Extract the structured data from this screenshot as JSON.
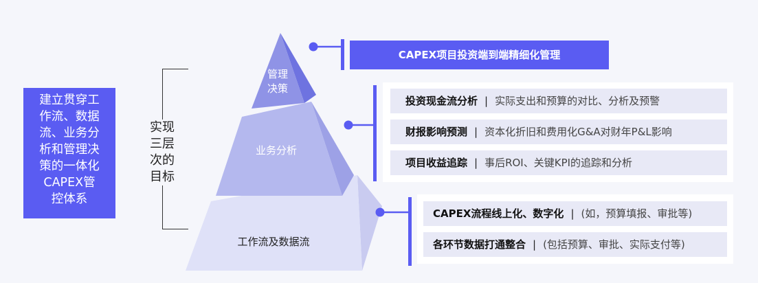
{
  "left_box": {
    "text_lines": [
      "建立贯穿工",
      "作流、数据",
      "流、业务分",
      "析和管理决",
      "策的一体化",
      "CAPEX管",
      "控体系"
    ]
  },
  "goal": {
    "text_lines": [
      "实现",
      "三层",
      "次的",
      "目标"
    ]
  },
  "pyramid": {
    "top_label_lines": [
      "管理",
      "决策"
    ],
    "middle_label": "业务分析",
    "bottom_label": "工作流及数据流"
  },
  "management": {
    "banner": "CAPEX项目投资端到端精细化管理"
  },
  "analysis": {
    "rows": [
      {
        "title": "投资现金流分析",
        "sep": "|",
        "desc": "实际支出和预算的对比、分析及预警"
      },
      {
        "title": "财报影响预测",
        "sep": "|",
        "desc": "资本化折旧和费用化G&A对财年P&L影响"
      },
      {
        "title": "项目收益追踪",
        "sep": "|",
        "desc": "事后ROI、关键KPI的追踪和分析"
      }
    ]
  },
  "workflow": {
    "rows": [
      {
        "title": "CAPEX流程线上化、数字化",
        "sep": "|",
        "desc": "(如，预算填报、审批等)"
      },
      {
        "title": "各环节数据打通整合",
        "sep": "|",
        "desc": "(包括预算、审批、实际支付等)"
      }
    ]
  },
  "colors": {
    "accent": "#5a5cf2",
    "pyramid_top": "#8f93e6",
    "pyramid_mid": "#b4b8ee",
    "pyramid_bottom": "#dfe1f8",
    "row_bg": "#e8e9f6"
  }
}
